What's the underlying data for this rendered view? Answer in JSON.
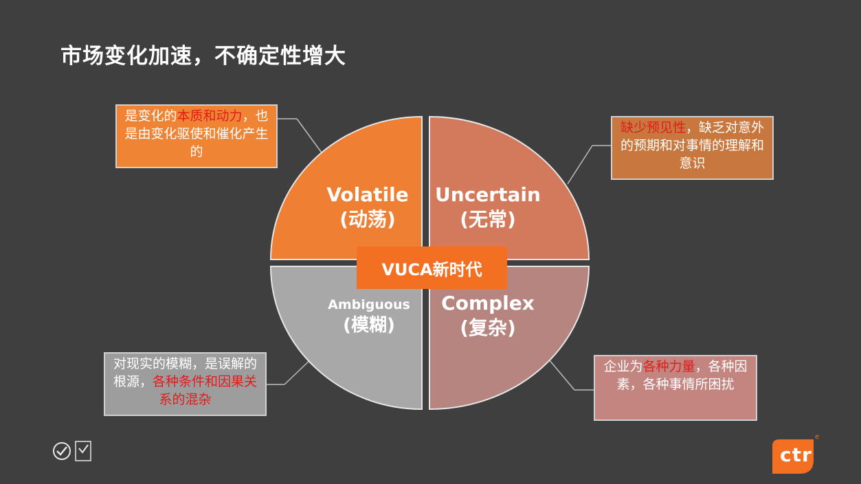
{
  "title": "市场变化加速，不确定性增大",
  "center_label": "VUCA新时代",
  "quadrants": {
    "volatile": {
      "en": "Volatile",
      "cn": "(动荡)",
      "color": "#ee7f33"
    },
    "uncertain": {
      "en": "Uncertain",
      "cn": "(无常)",
      "color": "#d27a5b"
    },
    "ambiguous": {
      "en": "Ambiguous",
      "cn": "(模糊)",
      "color": "#a8a8a8"
    },
    "complex": {
      "en": "Complex",
      "cn": "(复杂)",
      "color": "#b7857f"
    }
  },
  "callouts": {
    "volatile": {
      "pre": "是变化的",
      "highlight": "本质和动力",
      "post": "，也是由变化驱使和催化产生的"
    },
    "uncertain": {
      "pre": "",
      "highlight": "缺少预见性",
      "post": "，缺乏对意外的预期和对事情的理解和意识"
    },
    "ambiguous": {
      "pre": "对现实的模糊，是误解的根源，",
      "highlight": "各种条件和因果关系的混杂",
      "post": ""
    },
    "complex": {
      "pre": "企业为",
      "highlight": "各种力量",
      "post": "，各种因素，各种事情所困扰"
    }
  },
  "logo": {
    "text": "ctr",
    "sup": "e",
    "color": "#f36f21"
  },
  "accent_color": "#f36f21",
  "highlight_color": "#e31b1b"
}
